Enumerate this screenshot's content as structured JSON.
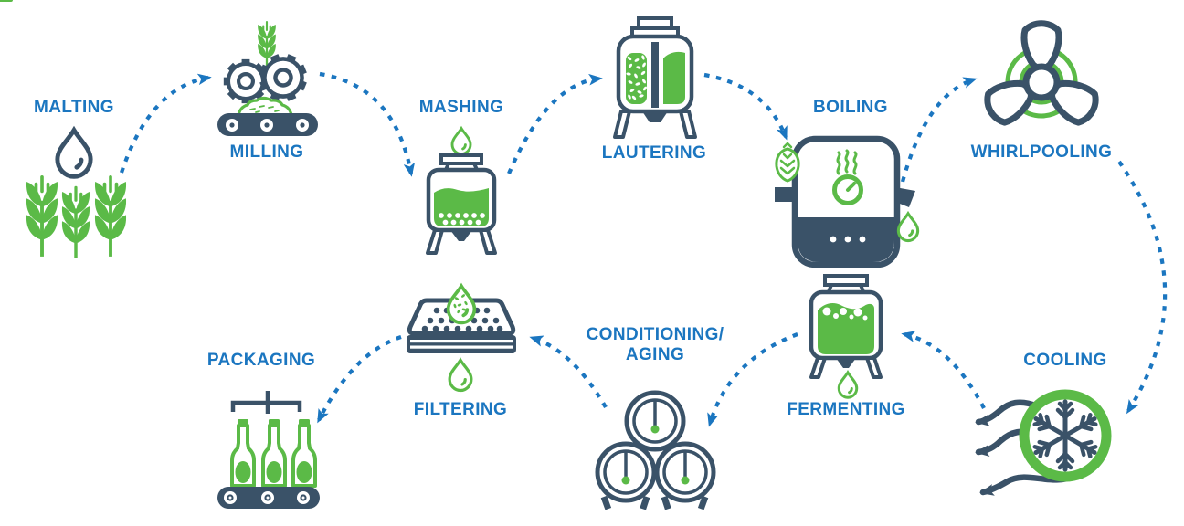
{
  "stages": [
    {
      "id": "malting",
      "label": "MALTING",
      "icon": "water-drop-barley-icon"
    },
    {
      "id": "milling",
      "label": "MILLING",
      "icon": "mill-gears-conveyor-icon"
    },
    {
      "id": "mashing",
      "label": "MASHING",
      "icon": "mash-tun-icon"
    },
    {
      "id": "lautering",
      "label": "LAUTERING",
      "icon": "lauter-tun-icon"
    },
    {
      "id": "boiling",
      "label": "BOILING",
      "icon": "brew-kettle-icon"
    },
    {
      "id": "whirlpooling",
      "label": "WHIRLPOOLING",
      "icon": "whirlpool-fan-icon"
    },
    {
      "id": "cooling",
      "label": "COOLING",
      "icon": "snowflake-wind-icon"
    },
    {
      "id": "fermenting",
      "label": "FERMENTING",
      "icon": "fermenter-icon"
    },
    {
      "id": "conditioning_aging",
      "label_line1": "CONDITIONING/",
      "label_line2": "AGING",
      "icon": "stacked-barrels-icon"
    },
    {
      "id": "filtering",
      "label": "FILTERING",
      "icon": "filter-plate-drop-icon"
    },
    {
      "id": "packaging",
      "label": "PACKAGING",
      "icon": "bottling-conveyor-icon"
    }
  ],
  "flow_arrows": [
    {
      "from": "malting",
      "to": "milling"
    },
    {
      "from": "milling",
      "to": "mashing"
    },
    {
      "from": "mashing",
      "to": "lautering"
    },
    {
      "from": "lautering",
      "to": "boiling"
    },
    {
      "from": "boiling",
      "to": "whirlpooling"
    },
    {
      "from": "whirlpooling",
      "to": "cooling"
    },
    {
      "from": "cooling",
      "to": "fermenting"
    },
    {
      "from": "fermenting",
      "to": "conditioning_aging"
    },
    {
      "from": "conditioning_aging",
      "to": "filtering"
    },
    {
      "from": "filtering",
      "to": "packaging"
    }
  ],
  "colors": {
    "label_blue": "#1B76C0",
    "arrow_blue": "#1B76C0",
    "brand_green": "#5BBA47",
    "navy": "#3A5268",
    "background": "#FFFFFF"
  }
}
